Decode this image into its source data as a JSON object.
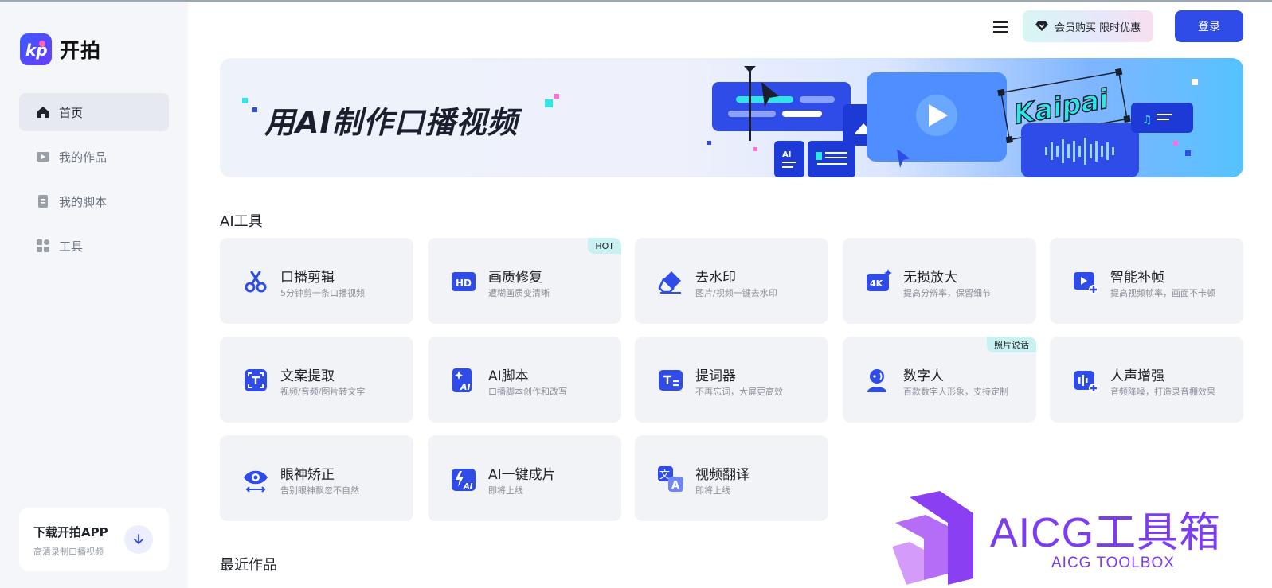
{
  "brand": {
    "name": "开拍",
    "logo_text": "kp"
  },
  "sidebar": {
    "items": [
      {
        "label": "首页",
        "icon": "home-icon",
        "active": true
      },
      {
        "label": "我的作品",
        "icon": "play-box-icon",
        "active": false
      },
      {
        "label": "我的脚本",
        "icon": "script-icon",
        "active": false
      },
      {
        "label": "工具",
        "icon": "grid-icon",
        "active": false
      }
    ],
    "app_card": {
      "title": "下载开拍APP",
      "subtitle": "高清录制口播视频",
      "icon": "download-icon"
    }
  },
  "header": {
    "menu_icon": "menu-icon",
    "vip_label": "会员购买 限时优惠",
    "vip_icon": "diamond-icon",
    "login_label": "登录"
  },
  "banner": {
    "title": "用AI制作口播视频",
    "art_text": "Kaipai",
    "art_ai_label": "AI"
  },
  "sections": {
    "ai_tools": "AI工具",
    "recent": "最近作品"
  },
  "tools": [
    {
      "name": "口播剪辑",
      "desc": "5分钟剪一条口播视频",
      "icon": "scissors-icon",
      "badge": ""
    },
    {
      "name": "画质修复",
      "desc": "遭糊画质变清晰",
      "icon": "hd-icon",
      "icon_text": "HD",
      "badge": "HOT"
    },
    {
      "name": "去水印",
      "desc": "图片/视频一键去水印",
      "icon": "eraser-icon",
      "badge": ""
    },
    {
      "name": "无损放大",
      "desc": "提高分辨率，保留细节",
      "icon": "4k-icon",
      "icon_text": "4K",
      "badge": ""
    },
    {
      "name": "智能补帧",
      "desc": "提高视频帧率，画面不卡顿",
      "icon": "video-plus-icon",
      "badge": ""
    },
    {
      "name": "文案提取",
      "desc": "视频/音频/图片转文字",
      "icon": "text-scan-icon",
      "badge": ""
    },
    {
      "name": "AI脚本",
      "desc": "口播脚本创作和改写",
      "icon": "ai-script-icon",
      "icon_text": "AI",
      "badge": ""
    },
    {
      "name": "提词器",
      "desc": "不再忘词，大屏更高效",
      "icon": "teleprompter-icon",
      "badge": ""
    },
    {
      "name": "数字人",
      "desc": "百款数字人形象，支持定制",
      "icon": "digital-human-icon",
      "badge": "照片说话"
    },
    {
      "name": "人声增强",
      "desc": "音频降噪，打造录音棚效果",
      "icon": "voice-plus-icon",
      "badge": ""
    },
    {
      "name": "眼神矫正",
      "desc": "告别眼神飘忽不自然",
      "icon": "eye-icon",
      "badge": ""
    },
    {
      "name": "AI一键成片",
      "desc": "即将上线",
      "icon": "ai-flash-icon",
      "icon_text": "AI",
      "badge": ""
    },
    {
      "name": "视频翻译",
      "desc": "即将上线",
      "icon": "translate-icon",
      "icon_text_a": "文",
      "icon_text_b": "A",
      "badge": ""
    }
  ],
  "watermark": {
    "title": "AICG工具箱",
    "subtitle": "AICG TOOLBOX"
  },
  "colors": {
    "accent": "#2f4ce9",
    "brand_purple": "#7c3cf0",
    "badge_bg": "#c9f1f2",
    "tool_bg": "#f2f3f7"
  }
}
